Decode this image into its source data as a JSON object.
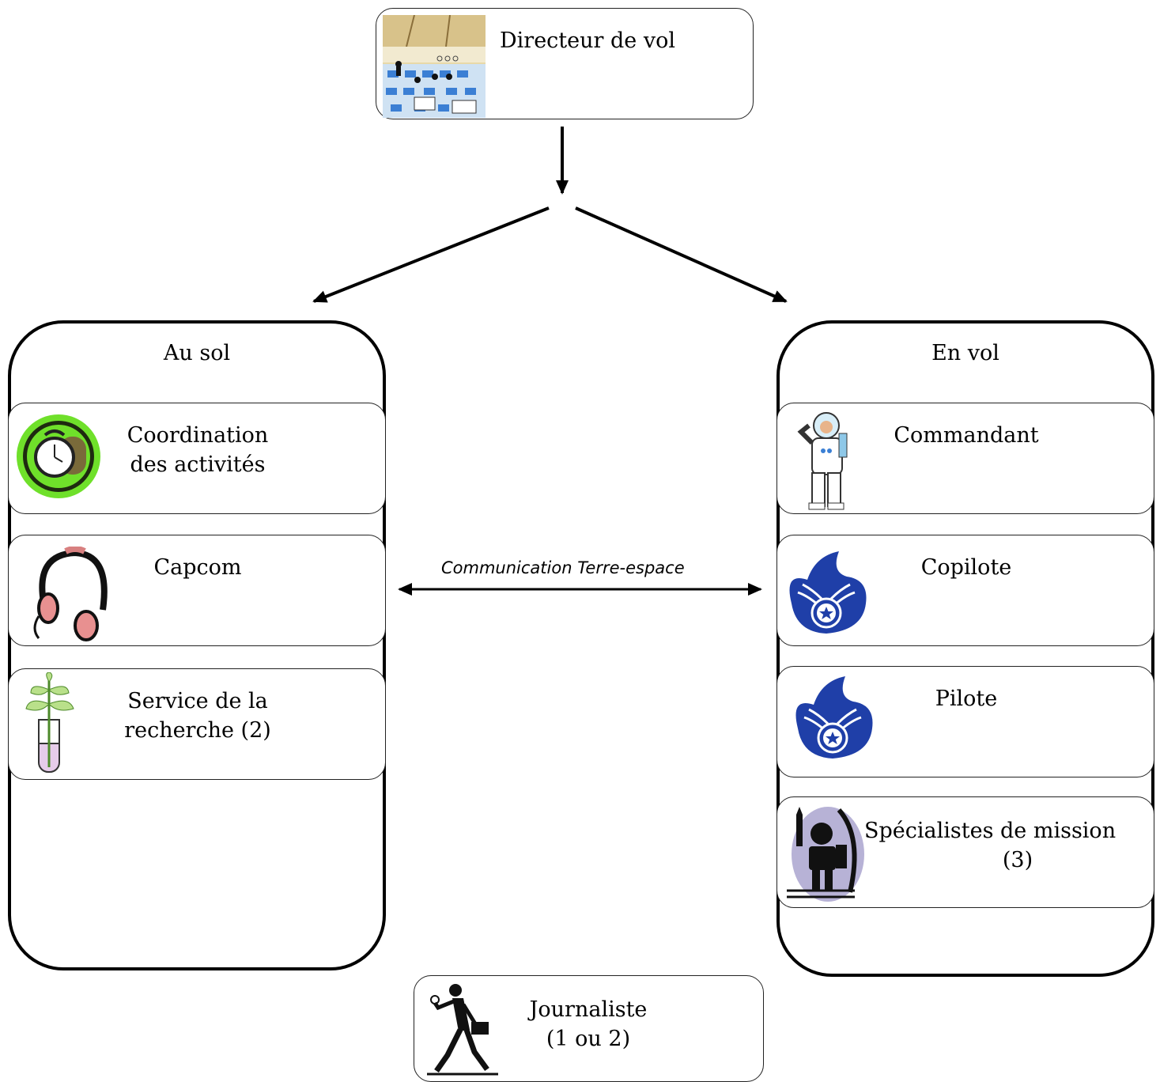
{
  "top": {
    "label": "Directeur de vol",
    "icon": "mission-control-room-icon"
  },
  "ground": {
    "title": "Au sol",
    "roles": [
      {
        "line1": "Coordination",
        "line2": "des activités",
        "icon": "alarm-clock-icon"
      },
      {
        "line1": "Capcom",
        "line2": "",
        "icon": "headphones-icon"
      },
      {
        "line1": "Service de la",
        "line2": "recherche (2)",
        "icon": "plant-test-tube-icon"
      }
    ]
  },
  "flight": {
    "title": "En vol",
    "roles": [
      {
        "line1": "Commandant",
        "line2": "",
        "icon": "astronaut-icon"
      },
      {
        "line1": "Copilote",
        "line2": "",
        "icon": "winged-star-badge-icon"
      },
      {
        "line1": "Pilote",
        "line2": "",
        "icon": "winged-star-badge-icon"
      },
      {
        "line1": "Spécialistes de mission",
        "line2": "(3)",
        "icon": "astronaut-rocket-icon"
      }
    ]
  },
  "communication": "Communication Terre-espace",
  "journalist": {
    "line1": "Journaliste",
    "line2": "(1 ou 2)",
    "icon": "journalist-icon"
  },
  "colors": {
    "line": "#000000",
    "badge_blue": "#1f3fa8",
    "clock_green": "#6fe02a",
    "moon_lavender": "#b7b2d6"
  }
}
